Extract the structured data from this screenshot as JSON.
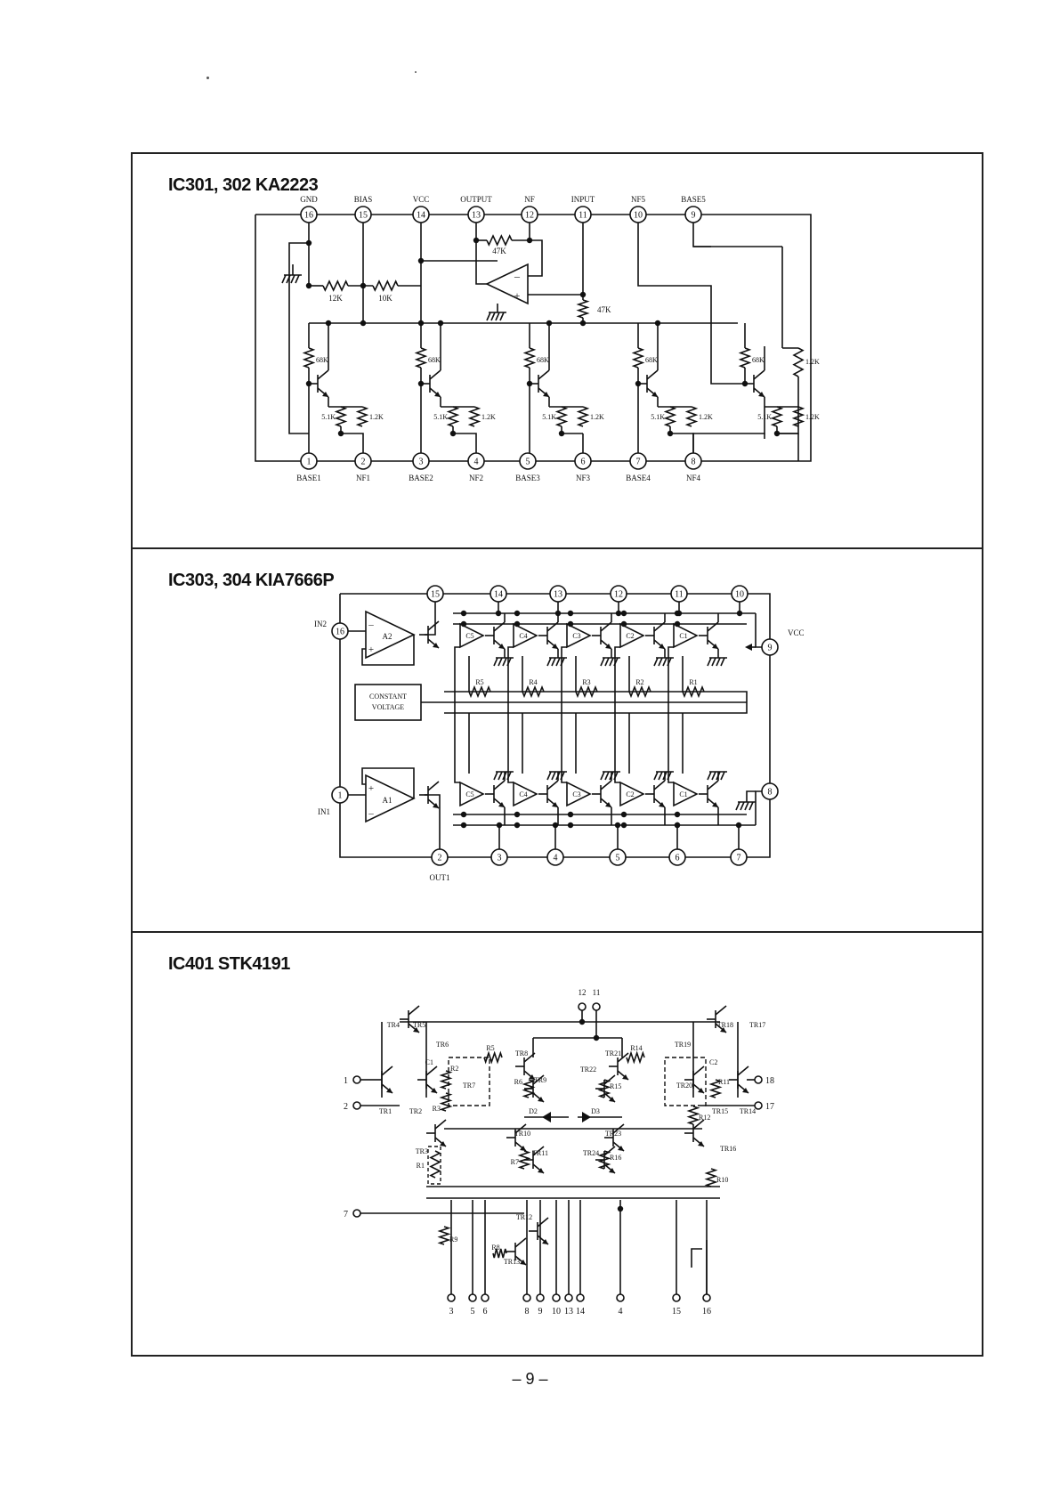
{
  "page_number": "– 9 –",
  "sections": [
    {
      "title": "IC301, 302 KA2223",
      "top_pins": [
        {
          "num": "16",
          "label": "GND"
        },
        {
          "num": "15",
          "label": "BIAS"
        },
        {
          "num": "14",
          "label": "VCC"
        },
        {
          "num": "13",
          "label": "OUTPUT"
        },
        {
          "num": "12",
          "label": "NF"
        },
        {
          "num": "11",
          "label": "INPUT"
        },
        {
          "num": "10",
          "label": "NF5"
        },
        {
          "num": "9",
          "label": "BASE5"
        }
      ],
      "bottom_pins": [
        {
          "num": "1",
          "label": "BASE1"
        },
        {
          "num": "2",
          "label": "NF1"
        },
        {
          "num": "3",
          "label": "BASE2"
        },
        {
          "num": "4",
          "label": "NF2"
        },
        {
          "num": "5",
          "label": "BASE3"
        },
        {
          "num": "6",
          "label": "NF3"
        },
        {
          "num": "7",
          "label": "BASE4"
        },
        {
          "num": "8",
          "label": "NF4"
        }
      ],
      "resistors": {
        "feedback": "47K",
        "input": "47K",
        "bias_a": "12K",
        "bias_b": "10K",
        "base": "68K",
        "emitter": "5.1K",
        "nf": "1.2K"
      }
    },
    {
      "title": "IC303, 304 KIA7666P",
      "top_pins": [
        "15",
        "14",
        "13",
        "12",
        "11",
        "10"
      ],
      "bottom_pins": [
        "2",
        "3",
        "4",
        "5",
        "6",
        "7"
      ],
      "left_pins": [
        {
          "num": "16",
          "label": "IN2"
        },
        {
          "num": "1",
          "label": "IN1"
        }
      ],
      "right_pins": [
        {
          "num": "9",
          "label": "VCC"
        },
        {
          "num": "8",
          "label": ""
        }
      ],
      "out_label": "OUT1",
      "amps": [
        "A2",
        "A1"
      ],
      "comparators_top": [
        "C5",
        "C4",
        "C3",
        "C2",
        "C1"
      ],
      "comparators_bottom": [
        "C5",
        "C4",
        "C3",
        "C2",
        "C1"
      ],
      "resistors": [
        "R5",
        "R4",
        "R3",
        "R2",
        "R1"
      ],
      "constant_voltage": [
        "CONSTANT",
        "VOLTAGE"
      ]
    },
    {
      "title": "IC401 STK4191",
      "top_pins": [
        "12",
        "11"
      ],
      "left_pins": [
        "1",
        "2",
        "7"
      ],
      "right_pins": [
        "18",
        "17"
      ],
      "bottom_pins": [
        "3",
        "5",
        "6",
        "8",
        "9",
        "10",
        "13",
        "14",
        "4",
        "15",
        "16"
      ],
      "labels": [
        "TR4",
        "TR5",
        "TR6",
        "TR1",
        "TR2",
        "TR3",
        "TR7",
        "TR8",
        "TR9",
        "TR10",
        "TR11",
        "TR12",
        "TR13",
        "TR17",
        "TR18",
        "TR19",
        "TR14",
        "TR15",
        "TR16",
        "TR20",
        "TR21",
        "TR22",
        "TR23",
        "TR24",
        "R1",
        "R2",
        "R3",
        "R5",
        "R6",
        "R7",
        "R8",
        "R9",
        "R10",
        "R11",
        "R12",
        "R14",
        "R15",
        "R16",
        "C1",
        "C2",
        "D2",
        "D3"
      ]
    }
  ]
}
